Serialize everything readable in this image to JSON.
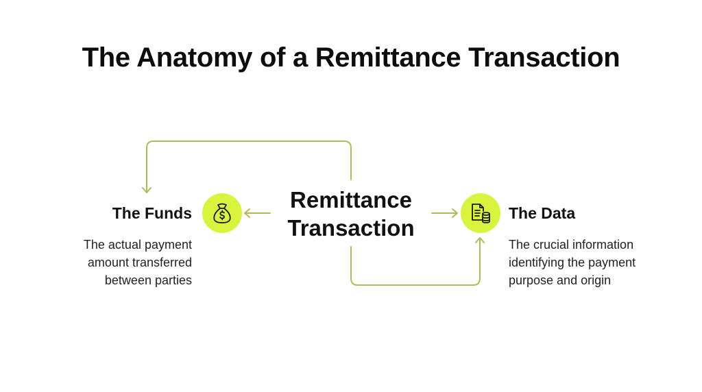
{
  "title": "The Anatomy of a Remittance Transaction",
  "center": {
    "line1": "Remittance",
    "line2": "Transaction"
  },
  "funds": {
    "title": "The Funds",
    "desc_lines": [
      "The actual payment",
      "amount transferred",
      "between parties"
    ],
    "icon": "money-bag-icon"
  },
  "data_node": {
    "title": "The Data",
    "desc_lines": [
      "The crucial information",
      "identifying the payment",
      "purpose and origin"
    ],
    "icon": "document-database-icon"
  },
  "colors": {
    "accent": "#d8f43f",
    "connector": "#b2b95a",
    "text": "#111111"
  }
}
